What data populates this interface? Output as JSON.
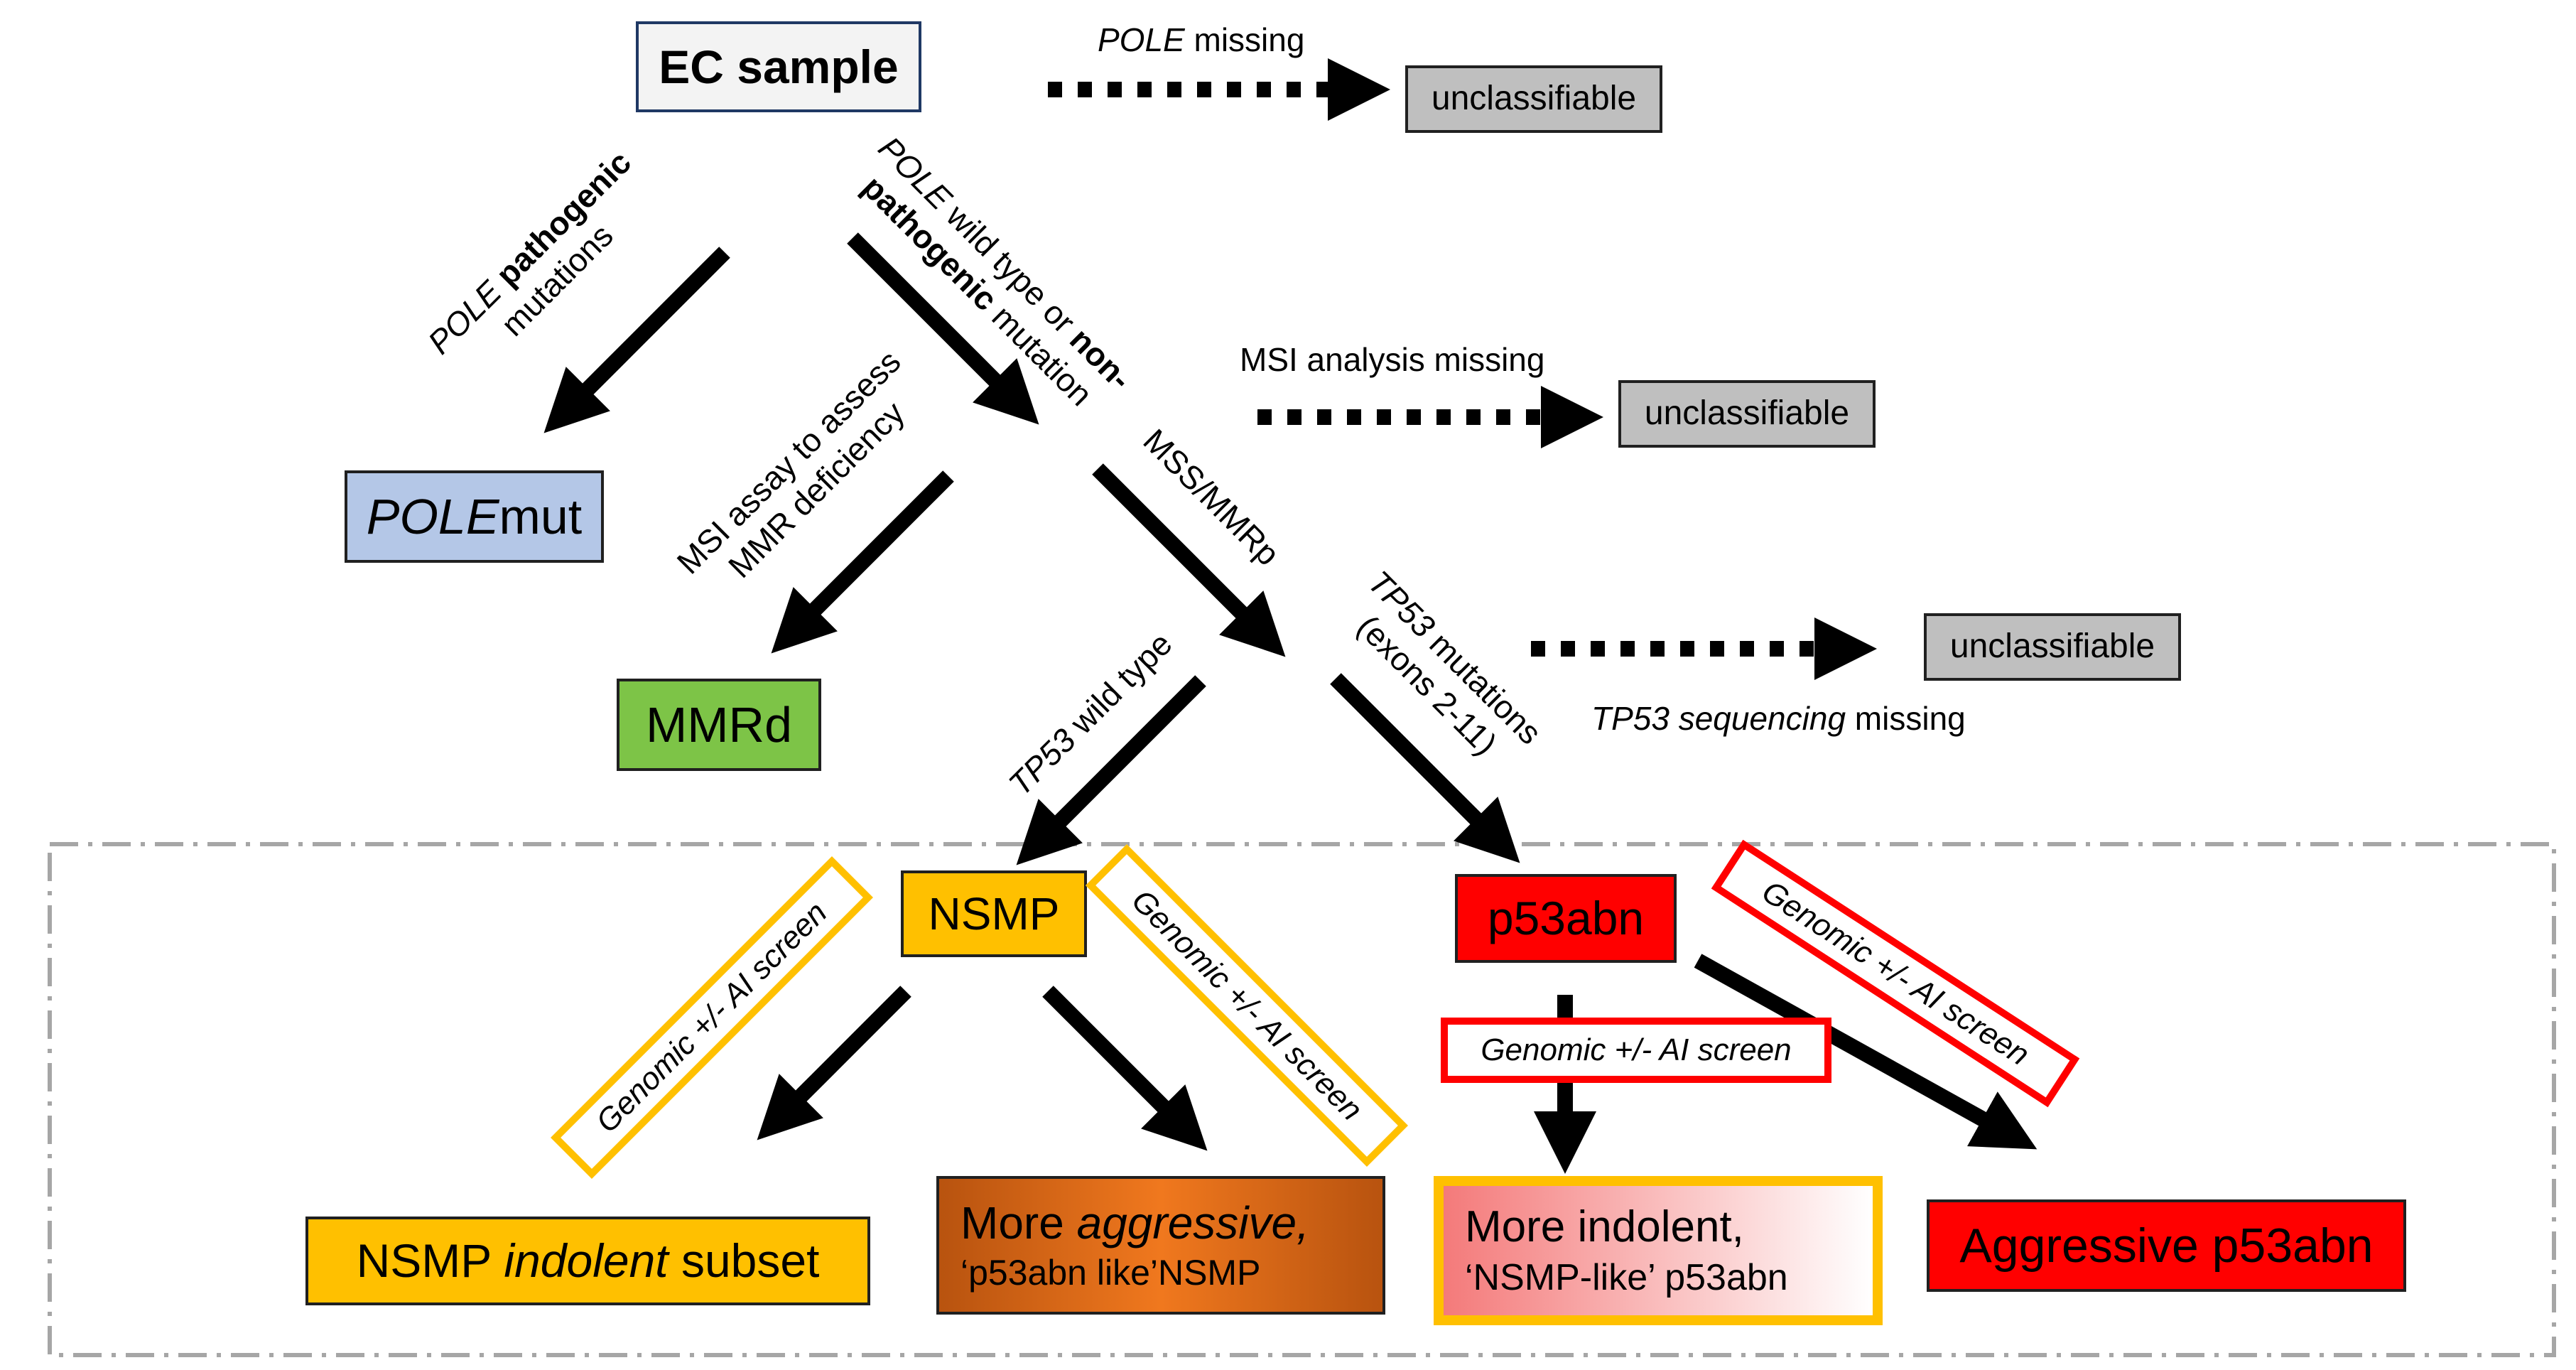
{
  "colors": {
    "ec_sample_bg": "#f3f3f3",
    "ec_sample_border": "#1f3864",
    "unclassifiable_bg": "#bfbfbf",
    "polemut_bg": "#b4c7e7",
    "mmrd_bg": "#7dc447",
    "nsmp_bg": "#ffc000",
    "p53abn_bg": "#ff0000",
    "nsmp_screen_border": "#ffc000",
    "p53_screen_border": "#ff0000",
    "aggr_nsmp_gradient": [
      "#b8530f",
      "#f0781e",
      "#b8530f"
    ],
    "indolent_p53_gradient": [
      "#f47a7a",
      "#ffffff"
    ],
    "indolent_p53_border": "#ffc000",
    "dashed_frame": "#a6a6a6"
  },
  "nodes": {
    "ec_sample": "EC sample",
    "unclassifiable_1": "unclassifiable",
    "unclassifiable_2": "unclassifiable",
    "unclassifiable_3": "unclassifiable",
    "polemut_italic": "POLE",
    "polemut_rest": "mut",
    "mmrd": "MMRd",
    "nsmp": "NSMP",
    "p53abn": "p53abn",
    "nsmp_indolent_pre": "NSMP ",
    "nsmp_indolent_italic": "indolent",
    "nsmp_indolent_post": " subset",
    "nsmp_aggressive_pre": "More ",
    "nsmp_aggressive_italic": "aggressive,",
    "nsmp_aggressive_line2": "‘p53abn like’NSMP",
    "p53_indolent_line1": "More indolent,",
    "p53_indolent_line2": "‘NSMP-like’ p53abn",
    "p53_aggressive": "Aggressive p53abn"
  },
  "edge_labels": {
    "pole_missing_italic": "POLE",
    "pole_missing_rest": " missing",
    "pole_pathogenic_italic": "POLE",
    "pole_pathogenic_bold": " pathogenic",
    "pole_pathogenic_line2": "mutations",
    "pole_wt_italic": "POLE",
    "pole_wt_rest": " wild type or ",
    "pole_wt_bold_a": "non-",
    "pole_wt_bold_b": "pathogenic",
    "pole_wt_line2_rest": " mutation",
    "msi_missing": "MSI analysis missing",
    "msi_assay_line1": "MSI assay to assess",
    "msi_assay_line2": "MMR deficiency",
    "mss_mmrp": "MSS/MMRp",
    "tp53_wt_italic": "TP53",
    "tp53_wt_rest": " wild type",
    "tp53_mut_italic": "TP53",
    "tp53_mut_rest": " mutations",
    "tp53_mut_line2": "(exons 2-11)",
    "tp53_missing_italic": "TP53 sequencing",
    "tp53_missing_rest": " missing",
    "screen_nsmp_left": "Genomic +/- AI screen",
    "screen_nsmp_right": "Genomic +/- AI screen",
    "screen_p53_mid": "Genomic +/- AI screen",
    "screen_p53_right": "Genomic +/- AI screen"
  }
}
